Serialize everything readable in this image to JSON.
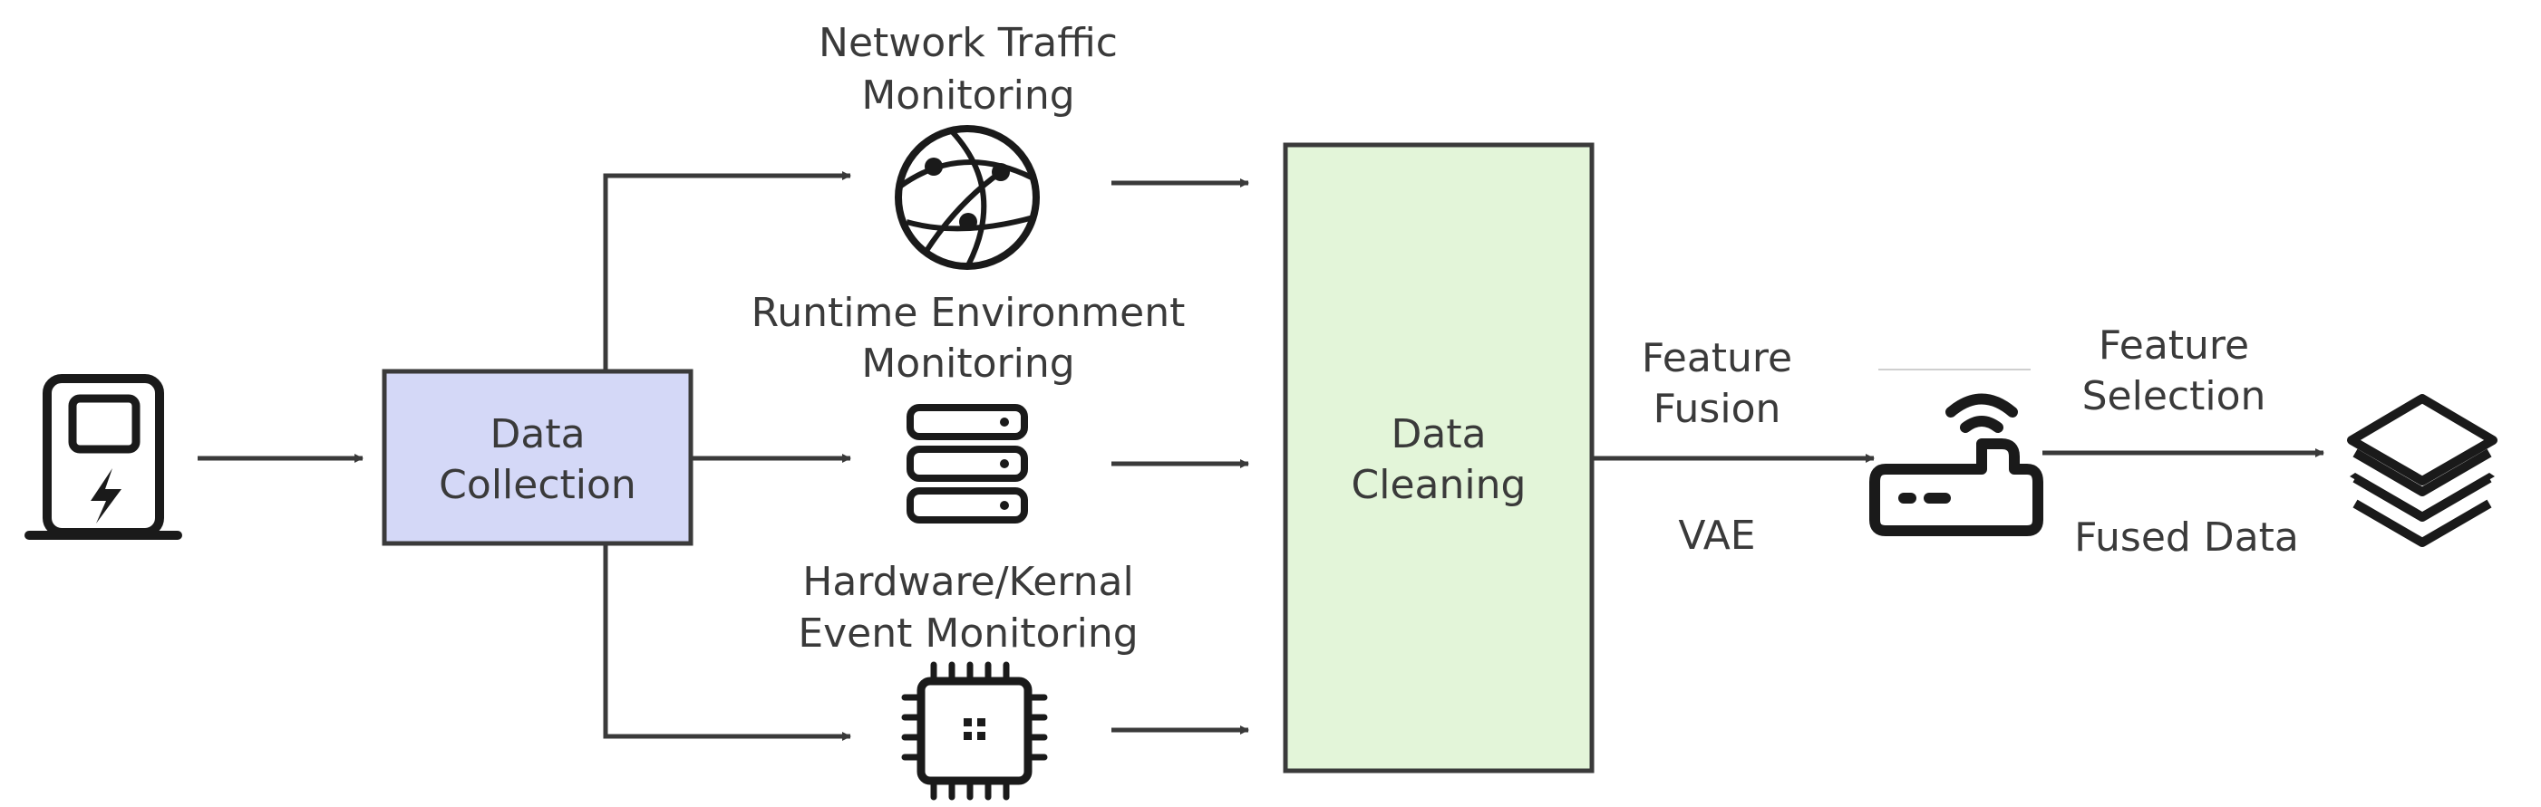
{
  "nodes": {
    "data_collection": {
      "lines": [
        "Data",
        "Collection"
      ],
      "fill": "#d4d8f7"
    },
    "data_cleaning": {
      "lines": [
        "Data",
        "Cleaning"
      ],
      "fill": "#e3f5d9"
    }
  },
  "labels": {
    "network_traffic": [
      "Network Traffic",
      "Monitoring"
    ],
    "runtime_env": [
      "Runtime Environment",
      "Monitoring"
    ],
    "hardware_kernel": [
      "Hardware/Kernal",
      "Event Monitoring"
    ],
    "feature_fusion": [
      "Feature",
      "Fusion"
    ],
    "vae": "VAE",
    "feature_selection": [
      "Feature",
      "Selection"
    ],
    "fused_data": "Fused Data"
  },
  "icons": {
    "source": "charging-station-icon",
    "network": "globe-network-icon",
    "runtime": "server-stack-icon",
    "hardware": "cpu-chip-icon",
    "fusion": "wifi-router-icon",
    "output": "layers-icon"
  },
  "colors": {
    "line": "#3a3a3a",
    "icon": "#1a1a1a",
    "text": "#3a3a3a"
  }
}
